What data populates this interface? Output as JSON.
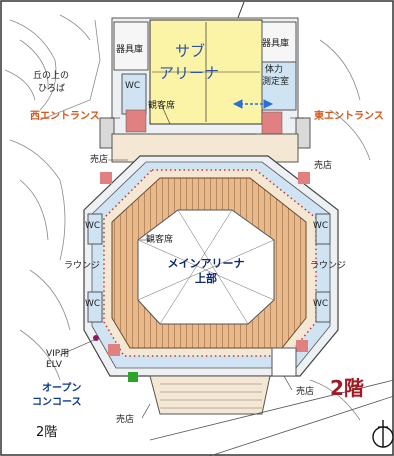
{
  "labels": {
    "sub_arena_l1": "サブ",
    "sub_arena_l2": "アリーナ",
    "equip_left": "器具庫",
    "equip_right": "器具庫",
    "fitness_l1": "体力",
    "fitness_l2": "測定室",
    "hill_l1": "丘の上の",
    "hill_l2": "ひろば",
    "wc_top": "WC",
    "spectator_top": "観客席",
    "west_entrance": "西エントランス",
    "east_entrance": "東エントランス",
    "shop_tl": "売店",
    "shop_tr": "売店",
    "wc_left_1": "WC",
    "wc_right_1": "WC",
    "spectator_main": "観客席",
    "lounge_left": "ラウンジ",
    "lounge_right": "ラウンジ",
    "main_arena_l1": "メインアリーナ",
    "main_arena_l2": "上部",
    "wc_left_2": "WC",
    "wc_right_2": "WC",
    "vip_l1": "VIP用",
    "vip_l2": "ELV",
    "open_concourse_l1": "オープン",
    "open_concourse_l2": "コンコース",
    "shop_bl": "売店",
    "shop_br": "売店",
    "floor_big": "2階",
    "floor_small": "2階"
  },
  "colors": {
    "sub_arena": "#fbf3a6",
    "corridor": "#cfe3f3",
    "seating": "#e8b98a",
    "floor_label": "#a11a22",
    "entrance": "#d4561a",
    "concourse": "#0a3a8c"
  },
  "icons": {
    "compass": "north-compass-icon",
    "door_arrow": "double-arrow-icon"
  }
}
